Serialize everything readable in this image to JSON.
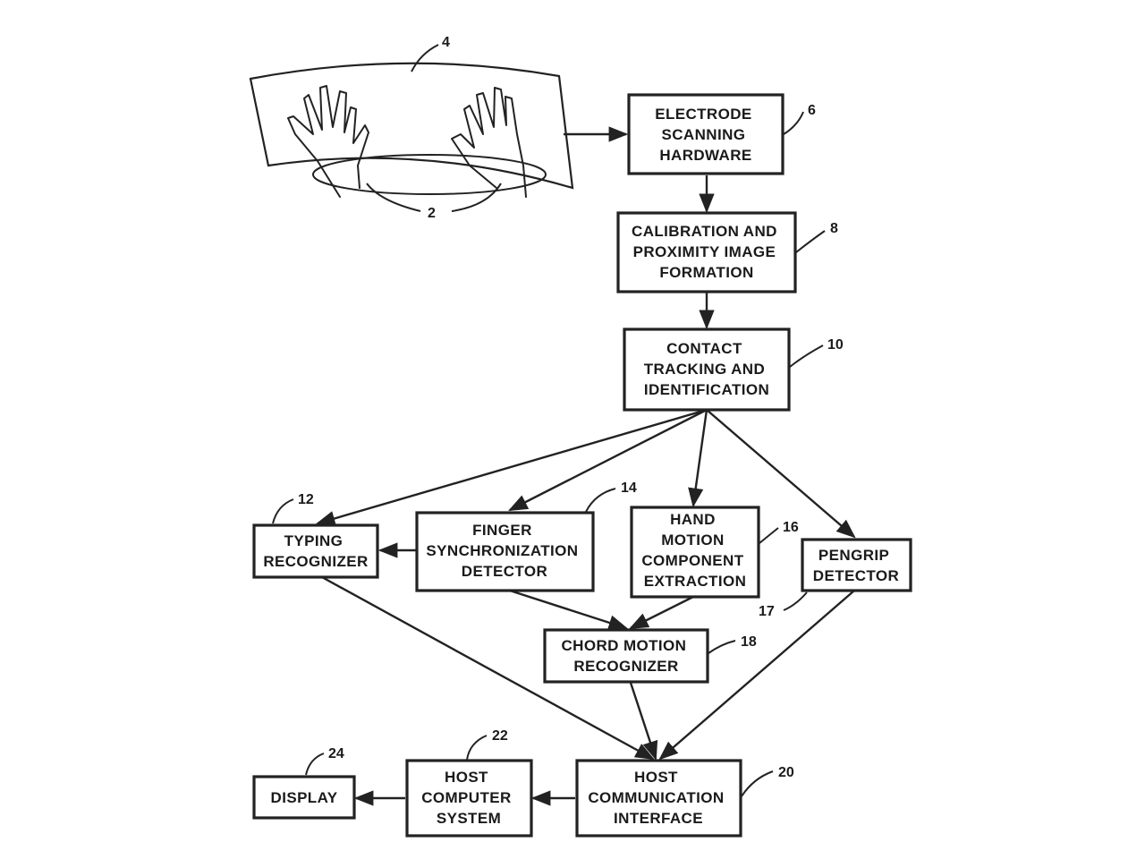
{
  "diagram": {
    "surface_ref": "4",
    "hands_ref": "2",
    "boxes": {
      "electrode": {
        "ref": "6",
        "lines": [
          "ELECTRODE",
          "SCANNING",
          "HARDWARE"
        ]
      },
      "calibration": {
        "ref": "8",
        "lines": [
          "CALIBRATION AND",
          "PROXIMITY IMAGE",
          "FORMATION"
        ]
      },
      "contact": {
        "ref": "10",
        "lines": [
          "CONTACT",
          "TRACKING AND",
          "IDENTIFICATION"
        ]
      },
      "typing": {
        "ref": "12",
        "lines": [
          "TYPING",
          "RECOGNIZER"
        ]
      },
      "finger": {
        "ref": "14",
        "lines": [
          "FINGER",
          "SYNCHRONIZATION",
          "DETECTOR"
        ]
      },
      "hand_motion": {
        "ref": "16",
        "lines": [
          "HAND",
          "MOTION",
          "COMPONENT",
          "EXTRACTION"
        ]
      },
      "pengrip": {
        "ref": "17",
        "lines": [
          "PENGRIP",
          "DETECTOR"
        ]
      },
      "chord": {
        "ref": "18",
        "lines": [
          "CHORD MOTION",
          "RECOGNIZER"
        ]
      },
      "host_comm": {
        "ref": "20",
        "lines": [
          "HOST",
          "COMMUNICATION",
          "INTERFACE"
        ]
      },
      "host_computer": {
        "ref": "22",
        "lines": [
          "HOST",
          "COMPUTER",
          "SYSTEM"
        ]
      },
      "display": {
        "ref": "24",
        "lines": [
          "DISPLAY"
        ]
      }
    }
  }
}
